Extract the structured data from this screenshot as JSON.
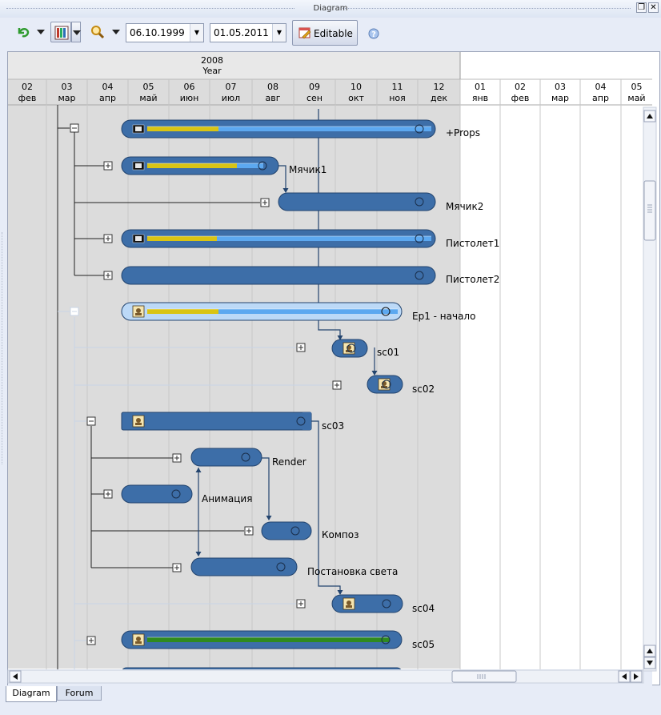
{
  "window": {
    "title": "Diagram"
  },
  "toolbar": {
    "date_from": "06.10.1999",
    "date_to": "01.05.2011",
    "editable_label": "Editable"
  },
  "timeline": {
    "year_label": "2008",
    "scale_label": "Year",
    "months": [
      {
        "day": "02",
        "name": "фев"
      },
      {
        "day": "03",
        "name": "мар"
      },
      {
        "day": "04",
        "name": "апр"
      },
      {
        "day": "05",
        "name": "май"
      },
      {
        "day": "06",
        "name": "июн"
      },
      {
        "day": "07",
        "name": "июл"
      },
      {
        "day": "08",
        "name": "авг"
      },
      {
        "day": "09",
        "name": "сен"
      },
      {
        "day": "10",
        "name": "окт"
      },
      {
        "day": "11",
        "name": "ноя"
      },
      {
        "day": "12",
        "name": "дек"
      },
      {
        "day": "01",
        "name": "янв"
      },
      {
        "day": "02",
        "name": "фев"
      },
      {
        "day": "03",
        "name": "мар"
      },
      {
        "day": "04",
        "name": "апр"
      },
      {
        "day": "05",
        "name": "май"
      }
    ]
  },
  "tasks": [
    {
      "id": "props",
      "label": "+Props"
    },
    {
      "id": "myachik1",
      "label": "Мячик1"
    },
    {
      "id": "myachik2",
      "label": "Мячик2"
    },
    {
      "id": "pistolet1",
      "label": "Пистолет1"
    },
    {
      "id": "pistolet2",
      "label": "Пистолет2"
    },
    {
      "id": "ep1",
      "label": "Ep1 - начало"
    },
    {
      "id": "sc01",
      "label": "sc01"
    },
    {
      "id": "sc02",
      "label": "sc02"
    },
    {
      "id": "sc03",
      "label": "sc03"
    },
    {
      "id": "render",
      "label": "Render"
    },
    {
      "id": "animaciya",
      "label": "Анимация"
    },
    {
      "id": "kompoz",
      "label": "Композ"
    },
    {
      "id": "postanovka",
      "label": "Постановка света"
    },
    {
      "id": "sc04",
      "label": "sc04"
    },
    {
      "id": "sc05",
      "label": "sc05"
    }
  ],
  "tabs": [
    {
      "label": "Diagram",
      "active": true
    },
    {
      "label": "Forum",
      "active": false
    }
  ],
  "colors": {
    "bar": "#3d6ea8",
    "bar_outline": "#23446e",
    "progress_yellow": "#d9c414",
    "progress_blue": "#5ca8f0",
    "progress_green": "#2f8a1e",
    "selected_bar": "#bcd9f7",
    "past_background": "#dcdcdc"
  }
}
